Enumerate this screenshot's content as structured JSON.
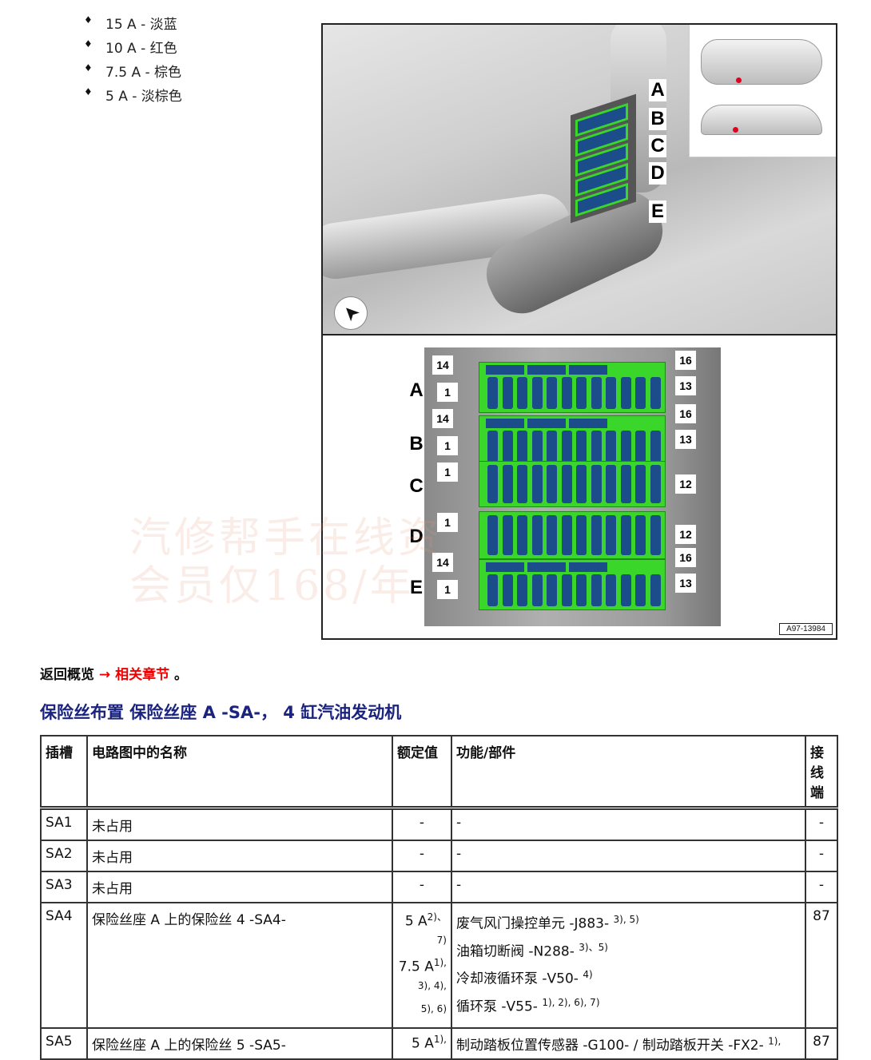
{
  "legend": [
    {
      "bullet": "♦",
      "text": "15 A - 淡蓝"
    },
    {
      "bullet": "♦",
      "text": "10 A - 红色"
    },
    {
      "bullet": "♦",
      "text": "7.5 A - 棕色"
    },
    {
      "bullet": "♦",
      "text": "5 A - 淡棕色"
    }
  ],
  "figure": {
    "photo_labels": [
      "A",
      "B",
      "C",
      "D",
      "E"
    ],
    "diagram": {
      "rows": [
        {
          "label": "A",
          "top_left": "14",
          "top_right": "16",
          "bottom_left": "1",
          "bottom_right": "13"
        },
        {
          "label": "B",
          "top_left": "14",
          "top_right": "16",
          "bottom_left": "1",
          "bottom_right": "13"
        },
        {
          "label": "C",
          "left": "1",
          "right": "12"
        },
        {
          "label": "D",
          "left": "1",
          "right": "12"
        },
        {
          "label": "E",
          "top_left": "14",
          "top_right": "16",
          "bottom_left": "1",
          "bottom_right": "13"
        }
      ]
    },
    "figure_id": "A97-13984",
    "watermark": [
      "汽修帮手在线资",
      "会员仅168/年"
    ],
    "colors": {
      "fuse_holder": "#3ad62a",
      "fuse": "#1a4d8a",
      "location_marker": "#e00020"
    }
  },
  "nav": {
    "back": "返回概览",
    "arrow": "→",
    "link": "相关章节",
    "end": "。"
  },
  "section_title": "保险丝布置 保险丝座 A -SA-， 4 缸汽油发动机",
  "table": {
    "headers": [
      "插槽",
      "电路图中的名称",
      "额定值",
      "功能/部件",
      "接线端"
    ],
    "rows": [
      {
        "slot": "SA1",
        "name": "未占用",
        "rating": "-",
        "function": "-",
        "terminal": "-"
      },
      {
        "slot": "SA2",
        "name": "未占用",
        "rating": "-",
        "function": "-",
        "terminal": "-"
      },
      {
        "slot": "SA3",
        "name": "未占用",
        "rating": "-",
        "function": "-",
        "terminal": "-"
      },
      {
        "slot": "SA4",
        "name": "保险丝座 A 上的保险丝 4 -SA4-",
        "rating": [
          {
            "v": "5 A",
            "n": "2)、"
          },
          {
            "v": "",
            "n": "7)"
          },
          {
            "v": "7.5 A",
            "n": "1),"
          },
          {
            "v": "",
            "n": "3), 4),"
          },
          {
            "v": "",
            "n": "5), 6)"
          }
        ],
        "function": [
          {
            "t": "废气风门操控单元 -J883-",
            "n": "3), 5)"
          },
          {
            "t": "油箱切断阀 -N288-",
            "n": "3)、5)"
          },
          {
            "t": "冷却液循环泵 -V50-",
            "n": "4)"
          },
          {
            "t": "循环泵 -V55-",
            "n": "1), 2), 6), 7)"
          }
        ],
        "terminal": "87"
      },
      {
        "slot": "SA5",
        "name": "保险丝座 A 上的保险丝 5 -SA5-",
        "rating": [
          {
            "v": "5 A",
            "n": "1),"
          }
        ],
        "function": [
          {
            "t": "制动踏板位置传感器 -G100- / 制动踏板开关 -FX2-",
            "n": "1),"
          }
        ],
        "terminal": "87"
      }
    ]
  }
}
